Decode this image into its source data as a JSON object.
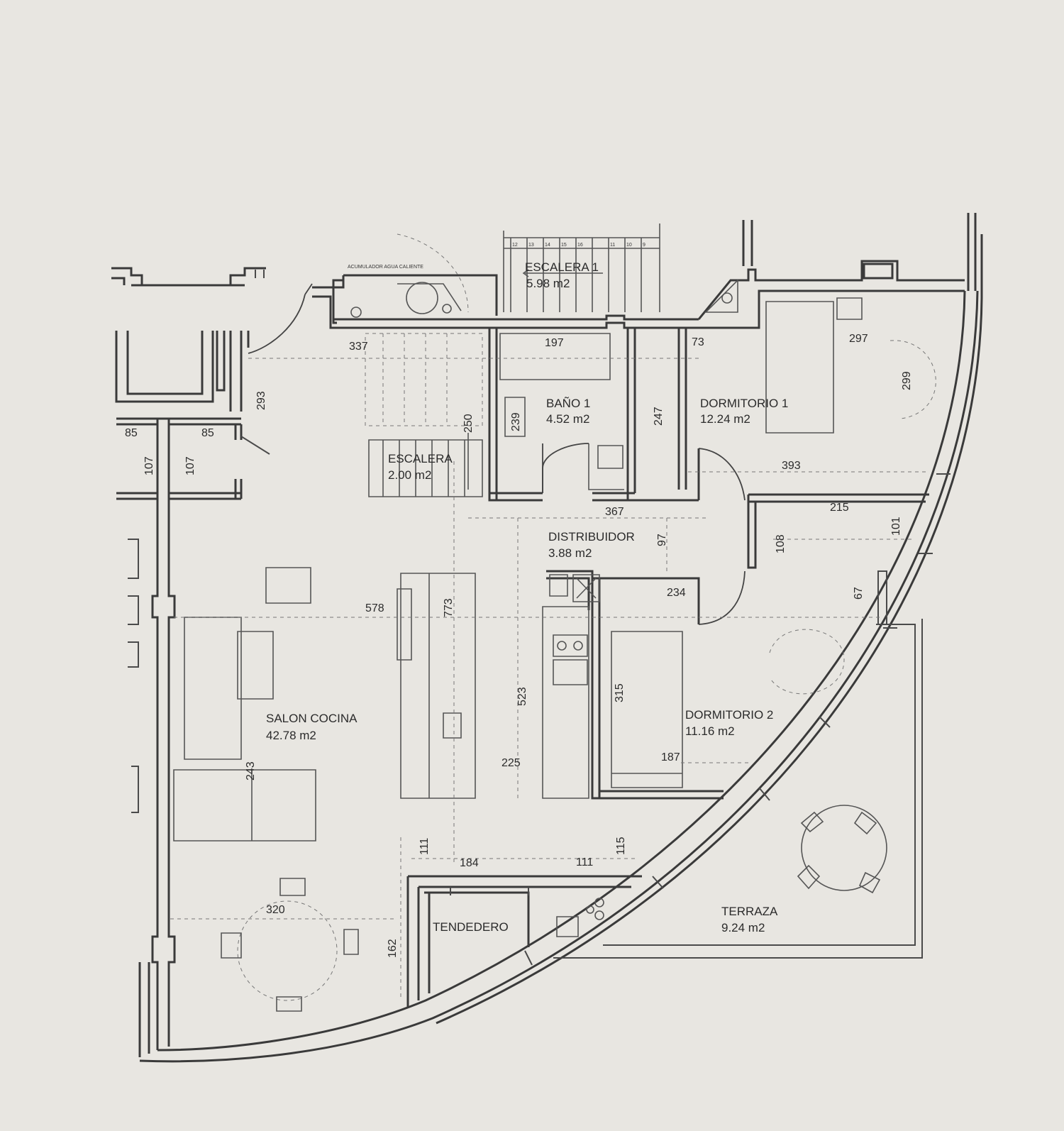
{
  "plan": {
    "rooms": {
      "escalera1": {
        "name": "ESCALERA 1",
        "area": "5.98 m2"
      },
      "escalera": {
        "name": "ESCALERA",
        "area": "2.00 m2"
      },
      "bano1": {
        "name": "BAÑO 1",
        "area": "4.52 m2"
      },
      "dormitorio1": {
        "name": "DORMITORIO 1",
        "area": "12.24 m2"
      },
      "distribuidor": {
        "name": "DISTRIBUIDOR",
        "area": "3.88 m2"
      },
      "salon_cocina": {
        "name": "SALON COCINA",
        "area": "42.78 m2"
      },
      "dormitorio2": {
        "name": "DORMITORIO 2",
        "area": "11.16 m2"
      },
      "tendedero": {
        "name": "TENDEDERO"
      },
      "terraza": {
        "name": "TERRAZA",
        "area": "9.24 m2"
      }
    },
    "annotations": {
      "calentador": "ACUMULADOR AGUA CALIENTE",
      "stair_steps": [
        "12",
        "13",
        "14",
        "15",
        "16",
        "11",
        "10",
        "9"
      ]
    },
    "dimensions": {
      "d337": "337",
      "d197": "197",
      "d73": "73",
      "d297": "297",
      "d299": "299",
      "d293": "293",
      "d239": "239",
      "d250": "250",
      "d247": "247",
      "d85a": "85",
      "d85b": "85",
      "d107a": "107",
      "d107b": "107",
      "d393": "393",
      "d367": "367",
      "d215": "215",
      "d97": "97",
      "d108": "108",
      "d101": "101",
      "d67": "67",
      "d234": "234",
      "d578": "578",
      "d773": "773",
      "d523": "523",
      "d315": "315",
      "d243": "243",
      "d225": "225",
      "d187": "187",
      "d111a": "111",
      "d184": "184",
      "d111b": "111",
      "d115": "115",
      "d320": "320",
      "d162": "162"
    }
  }
}
